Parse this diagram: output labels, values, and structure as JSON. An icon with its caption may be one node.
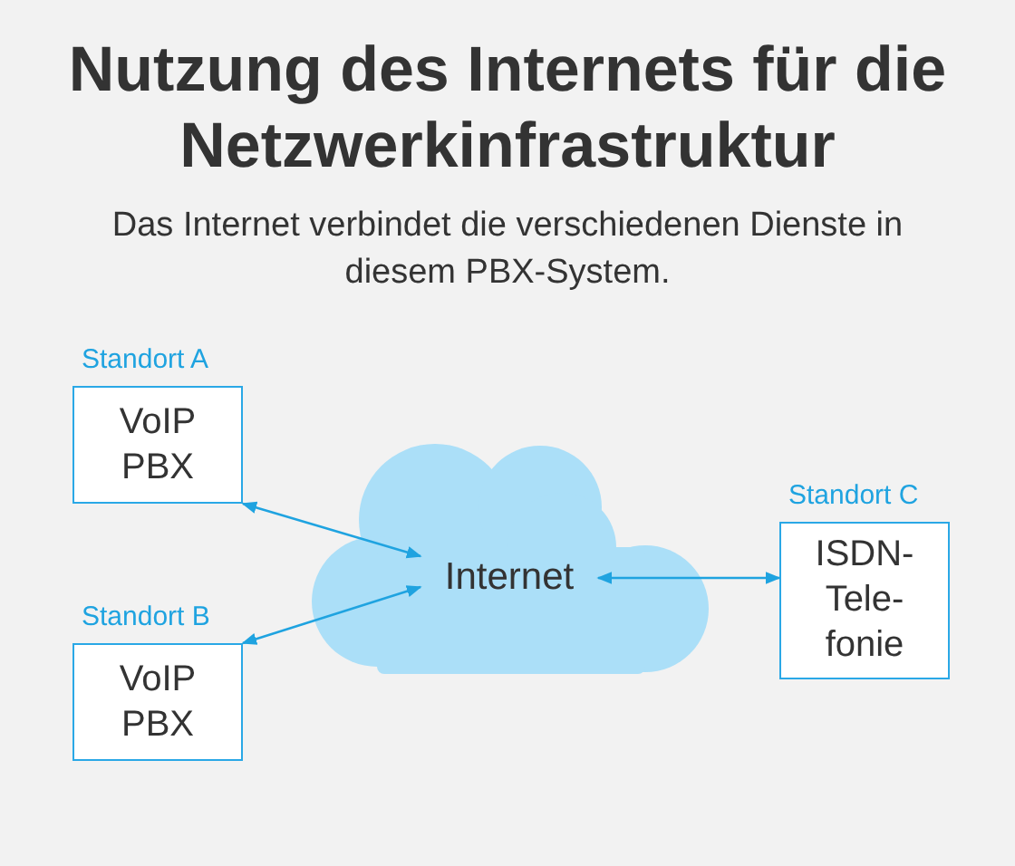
{
  "diagram": {
    "title": "Nutzung des Internets für die Netzwerkinfrastruktur",
    "caption": "Das Internet verbindet die verschiedenen Dienste in diesem PBX-System.",
    "nodes": [
      {
        "text": [
          "Standort A",
          "VoIP PBX"
        ]
      },
      {
        "text": [
          "Standort B",
          "VoIP PBX"
        ]
      },
      {
        "text": [],
        "shape": "cloud"
      },
      {
        "text": [
          "Internet"
        ],
        "in": 2
      },
      {
        "text": [
          "Standort C",
          "ISDN- Tele- fonie"
        ]
      }
    ],
    "edges": [
      {
        "from": 0,
        "to": 3,
        "arrow": "both"
      },
      {
        "from": 1,
        "to": 3,
        "arrow": "both"
      },
      {
        "from": 3,
        "to": 4,
        "arrow": "both"
      }
    ]
  }
}
